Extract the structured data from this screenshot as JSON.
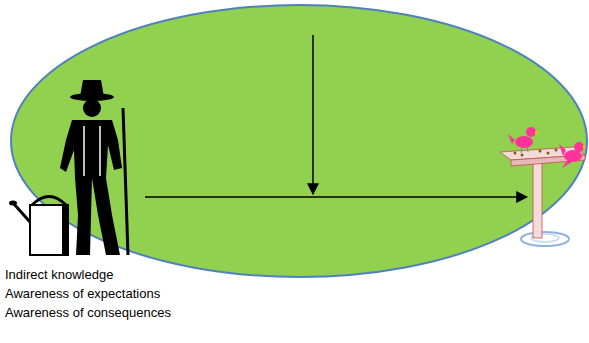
{
  "diagram": {
    "labels": [
      "Indirect knowledge",
      "Awareness of expectations",
      "Awareness of consequences"
    ]
  }
}
